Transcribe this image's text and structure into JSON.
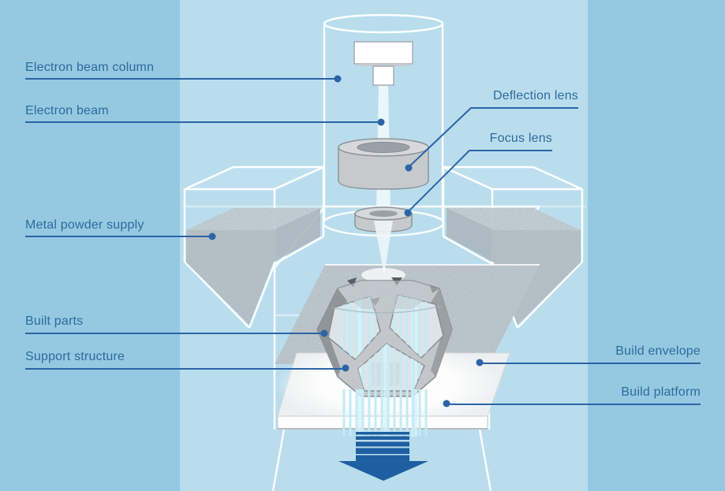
{
  "diagram": {
    "labels": {
      "electron_beam_column": "Electron beam column",
      "electron_beam": "Electron beam",
      "deflection_lens": "Deflection lens",
      "focus_lens": "Focus lens",
      "metal_powder_supply": "Metal powder supply",
      "built_parts": "Built parts",
      "support_structure": "Support structure",
      "build_envelope": "Build envelope",
      "build_platform": "Build platform"
    },
    "icons": {
      "down_arrow": "down-arrow"
    },
    "colors": {
      "background": "#94c9e1",
      "panel": "#b9dded",
      "label_text": "#2e6b9d",
      "leader_line": "#2c64a6",
      "arrow": "#1d5fa0",
      "machine_outline": "#ffffff",
      "lens_gray": "#c6cacd",
      "powder_gray": "#b7c2c9",
      "part_gray": "#c3c7cb",
      "support_cyan": "#c2ebf5"
    }
  }
}
